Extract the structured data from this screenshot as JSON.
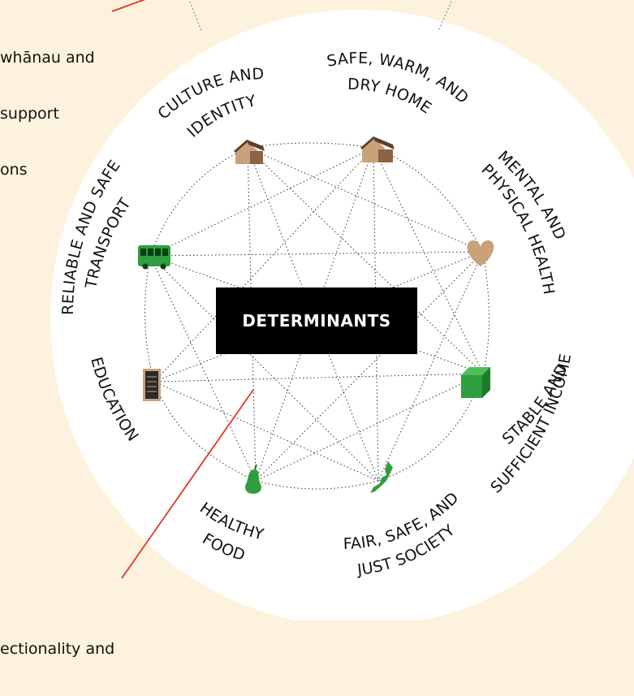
{
  "diagram": {
    "center_label": "DETERMINANTS",
    "corner_top_left": [
      "whānau and",
      "support",
      "ons"
    ],
    "corner_bottom_left": "ectionality and",
    "determinants": [
      {
        "id": "culture",
        "lines": [
          "CULTURE AND",
          "IDENTITY"
        ],
        "icon": "house-icon"
      },
      {
        "id": "home",
        "lines": [
          "SAFE, WARM, AND",
          "DRY HOME"
        ],
        "icon": "house-icon"
      },
      {
        "id": "health",
        "lines": [
          "MENTAL AND",
          "PHYSICAL HEALTH"
        ],
        "icon": "heart-icon"
      },
      {
        "id": "income",
        "lines": [
          "STABLE AND",
          "SUFFICIENT INCOME"
        ],
        "icon": "money-icon"
      },
      {
        "id": "society",
        "lines": [
          "FAIR, SAFE, AND",
          "JUST SOCIETY"
        ],
        "icon": "new-zealand-map-icon"
      },
      {
        "id": "food",
        "lines": [
          "HEALTHY",
          "FOOD"
        ],
        "icon": "pear-icon"
      },
      {
        "id": "education",
        "lines": [
          "EDUCATION"
        ],
        "icon": "book-icon"
      },
      {
        "id": "transport",
        "lines": [
          "RELIABLE AND SAFE",
          "TRANSPORT"
        ],
        "icon": "bus-icon"
      }
    ],
    "colors": {
      "background": "#fdf2dd",
      "circle": "#ffffff",
      "accent_line": "#e0362c",
      "icon_tan": "#c9a27b",
      "icon_green": "#2e9e3e",
      "box": "#000000"
    }
  }
}
